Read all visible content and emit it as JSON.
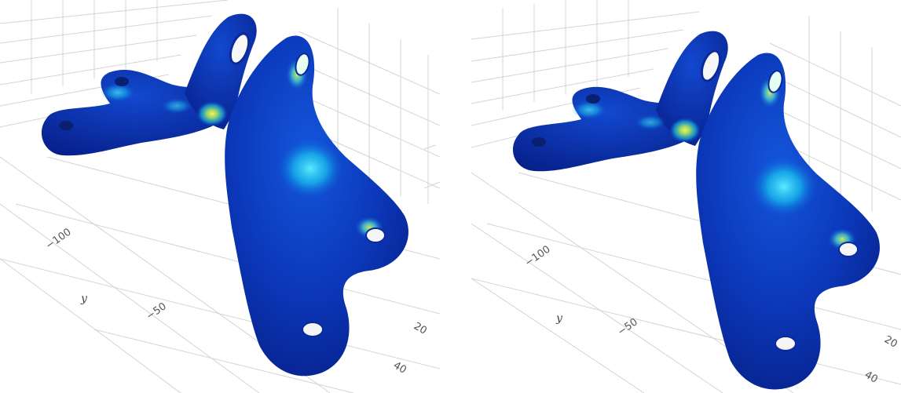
{
  "panels": [
    {
      "id": "left",
      "y_axis": {
        "label": "y",
        "ticks": [
          "−100",
          "−50"
        ]
      },
      "x_axis": {
        "ticks": [
          "20",
          "40"
        ]
      }
    },
    {
      "id": "right",
      "y_axis": {
        "label": "y",
        "ticks": [
          "−100",
          "−50"
        ]
      },
      "x_axis": {
        "ticks": [
          "20",
          "40"
        ]
      }
    }
  ],
  "colors": {
    "background": "#ffffff",
    "grid": "#d0d0d0",
    "body_dark": "#07248f",
    "body_mid": "#0a3cc4",
    "stress_cyan": "#19d6f0",
    "stress_yellow": "#f2ef4a",
    "stress_green": "#7de06a"
  },
  "surface": {
    "colormap": "jet",
    "object": "bracket-mesh"
  }
}
